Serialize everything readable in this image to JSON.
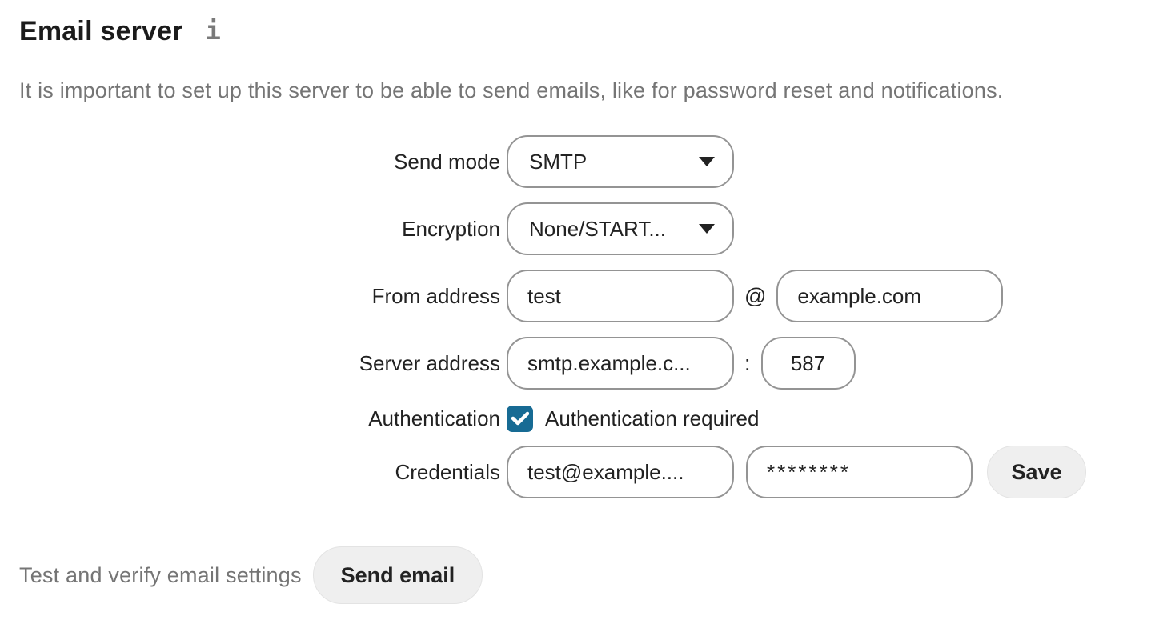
{
  "header": {
    "title": "Email server",
    "info_icon": "i",
    "description": "It is important to set up this server to be able to send emails, like for password reset and notifications."
  },
  "form": {
    "send_mode": {
      "label": "Send mode",
      "value": "SMTP"
    },
    "encryption": {
      "label": "Encryption",
      "value": "None/START..."
    },
    "from_address": {
      "label": "From address",
      "local_value": "test",
      "separator": "@",
      "domain_value": "example.com"
    },
    "server_address": {
      "label": "Server address",
      "host_value": "smtp.example.c...",
      "separator": ":",
      "port_value": "587"
    },
    "authentication": {
      "label": "Authentication",
      "checkbox_label": "Authentication required",
      "checked": true
    },
    "credentials": {
      "label": "Credentials",
      "username_value": "test@example....",
      "password_value": "********",
      "save_label": "Save"
    }
  },
  "footer": {
    "text": "Test and verify email settings",
    "button_label": "Send email"
  },
  "colors": {
    "accent": "#176b94",
    "input_border": "#949494",
    "muted_text": "#757575",
    "button_bg": "#efefef"
  }
}
